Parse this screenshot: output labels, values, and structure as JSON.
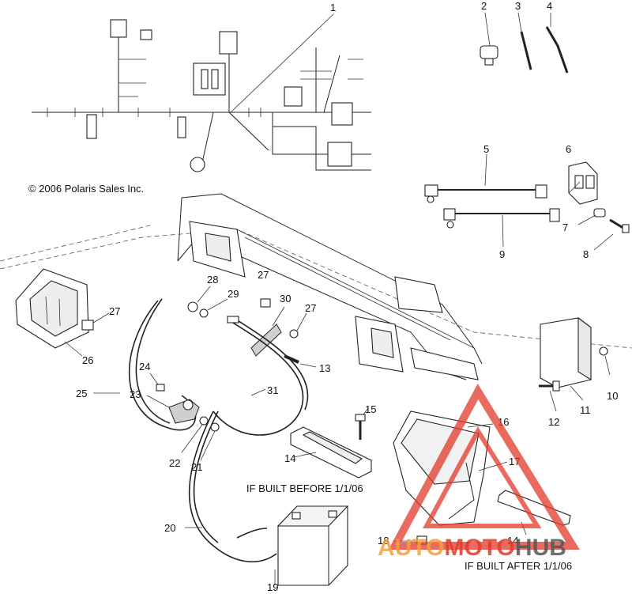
{
  "copyright": "© 2006 Polaris Sales Inc.",
  "callouts": {
    "c1": "1",
    "c2": "2",
    "c3": "3",
    "c4": "4",
    "c5": "5",
    "c6": "6",
    "c7": "7",
    "c8": "8",
    "c9": "9",
    "c10": "10",
    "c11": "11",
    "c12": "12",
    "c13": "13",
    "c14a": "14",
    "c14b": "14",
    "c15": "15",
    "c16": "16",
    "c17": "17",
    "c18": "18",
    "c19": "19",
    "c20": "20",
    "c21": "21",
    "c22": "22",
    "c23": "23",
    "c24": "24",
    "c25": "25",
    "c26": "26",
    "c27a": "27",
    "c27b": "27",
    "c27c": "27",
    "c28": "28",
    "c29": "29",
    "c30": "30",
    "c31": "31"
  },
  "captions": {
    "before": "IF BUILT BEFORE 1/1/06",
    "after": "IF BUILT AFTER 1/1/06"
  },
  "watermark": {
    "part1": "AUTO",
    "part2": "MOTO",
    "part3": "HUB",
    "colors": {
      "auto": "#f2a23a",
      "moto": "#e23a2a",
      "hub": "#555555",
      "triangle": "#e23a2a"
    }
  }
}
